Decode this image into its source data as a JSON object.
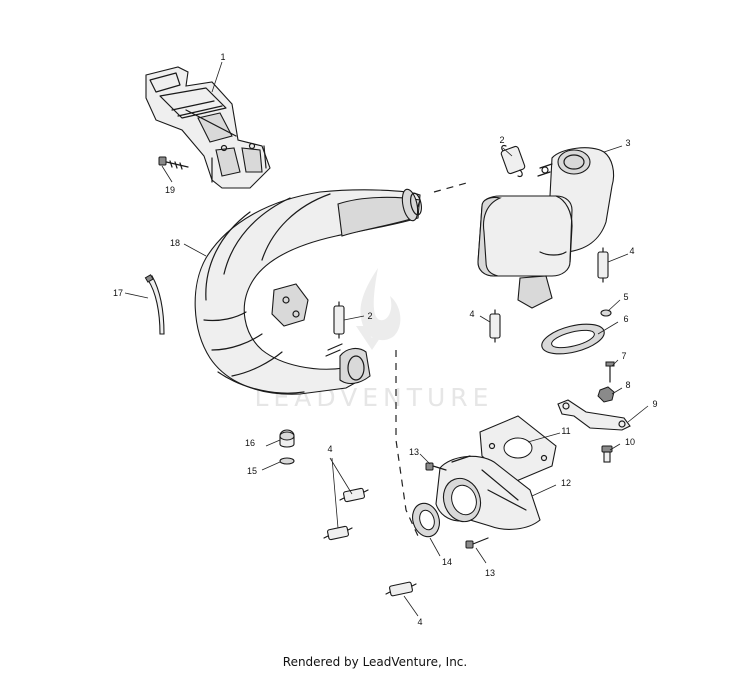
{
  "watermark": "LEADVENTURE",
  "footer": "Rendered by LeadVenture, Inc.",
  "callouts": {
    "c1": "1",
    "c2a": "2",
    "c2b": "2",
    "c3": "3",
    "c4a": "4",
    "c4b": "4",
    "c4c": "4",
    "c4d": "4",
    "c5": "5",
    "c6": "6",
    "c7": "7",
    "c8": "8",
    "c9": "9",
    "c10": "10",
    "c11": "11",
    "c12": "12",
    "c13a": "13",
    "c13b": "13",
    "c14": "14",
    "c15": "15",
    "c16": "16",
    "c17": "17",
    "c18": "18",
    "c19": "19"
  }
}
